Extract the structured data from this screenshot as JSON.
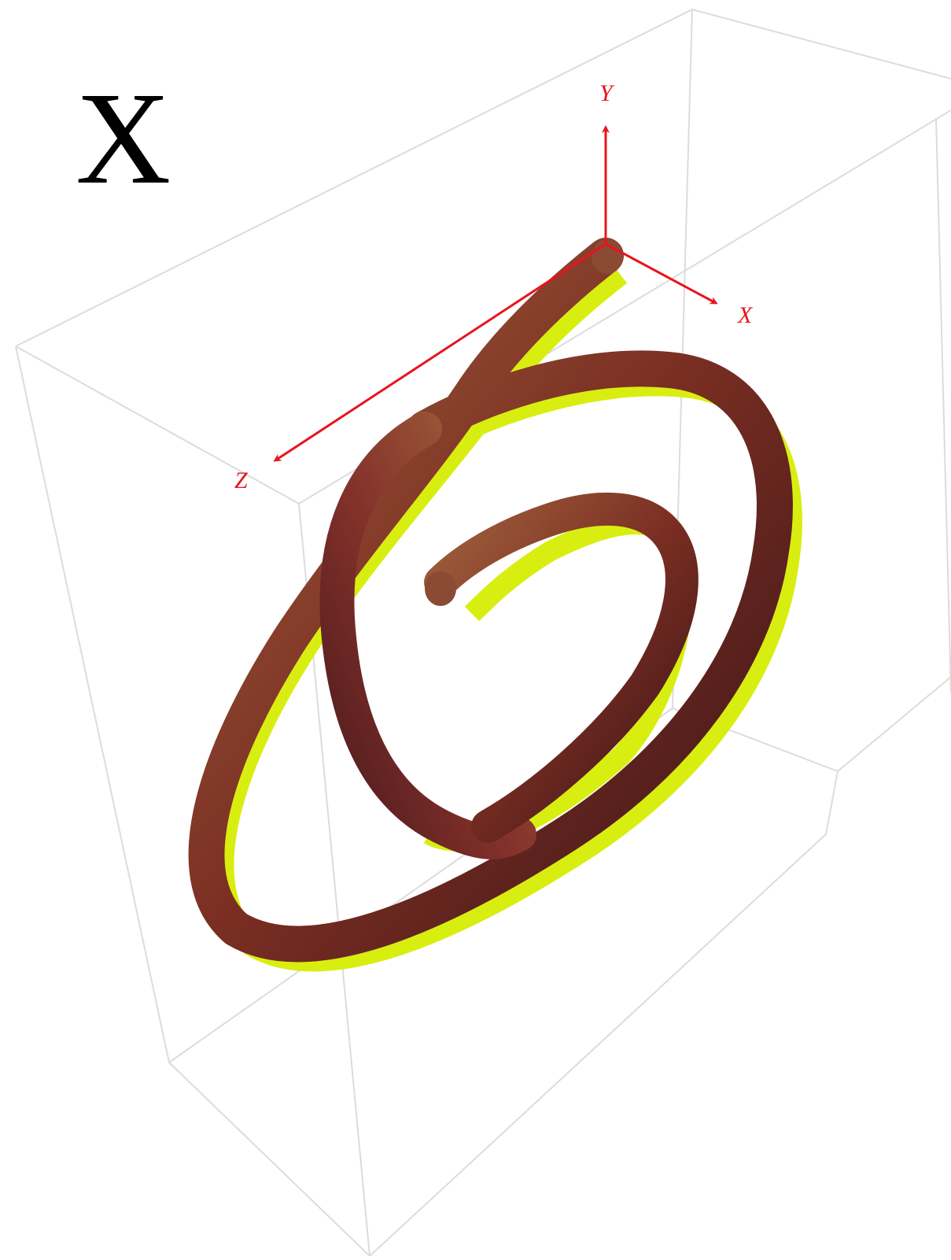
{
  "panel_label": "X",
  "axes": {
    "x_label": "X",
    "y_label": "Y",
    "z_label": "Z"
  },
  "colors": {
    "axis": "#e8141c",
    "box_edge": "#dcdce0",
    "tube_light": "#a0603c",
    "tube_mid": "#7a2e22",
    "tube_dark": "#3a1418",
    "ribbon": "#d8ee10",
    "ribbon_dark": "#9aa800"
  }
}
